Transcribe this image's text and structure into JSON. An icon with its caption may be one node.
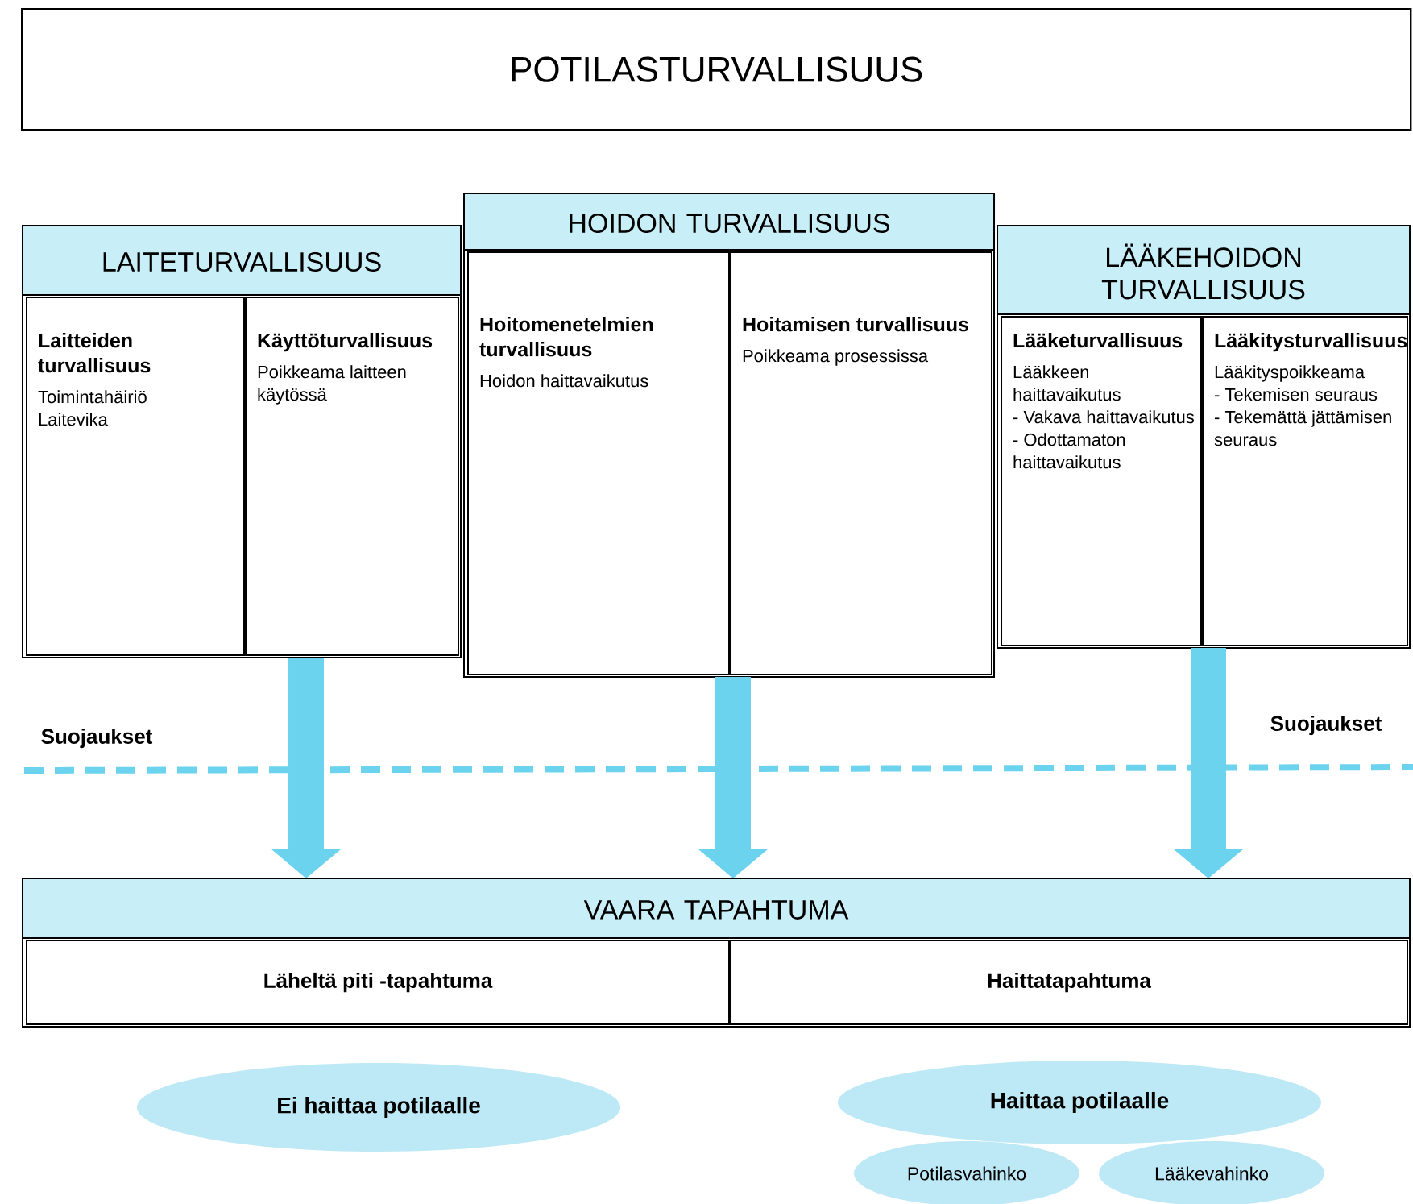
{
  "diagram": {
    "nodes": [
      {
        "text": [
          "POTILASTURVALLISUUS"
        ]
      },
      {
        "text": [
          "LAITETURVALLISUUS"
        ]
      },
      {
        "text": [
          "Laitteiden turvallisuus",
          "Toimintahäiriö",
          "Laitevika"
        ],
        "in": 1
      },
      {
        "text": [
          "Käyttöturvallisuus",
          "Poikkeama laitteen käytössä"
        ],
        "in": 1
      },
      {
        "text": [
          "HOIDON TURVALLISUUS"
        ]
      },
      {
        "text": [
          "Hoitomenetelmien turvallisuus",
          "Hoidon haittavaikutus"
        ],
        "in": 4
      },
      {
        "text": [
          "Hoitamisen turvallisuus",
          "Poikkeama prosessissa"
        ],
        "in": 4
      },
      {
        "text": [
          "LÄÄKEHOIDON TURVALLISUUS"
        ]
      },
      {
        "text": [
          "Lääketurvallisuus",
          "Lääkkeen haittavaikutus",
          "- Vakava haittavaikutus",
          "- Odottamaton haittavaikutus"
        ],
        "in": 7
      },
      {
        "text": [
          "Lääkitysturvallisuus",
          "Lääkityspoikkeama",
          "- Tekemisen seuraus",
          "- Tekemättä jättämisen seuraus"
        ],
        "in": 7
      },
      {
        "text": [
          "VAARA TAPAHTUMA"
        ]
      },
      {
        "text": [
          "Läheltä piti -tapahtuma"
        ],
        "in": 10
      },
      {
        "text": [
          "Haittatapahtuma"
        ],
        "in": 10
      },
      {
        "text": [
          "Ei haittaa potilaalle"
        ]
      },
      {
        "text": [
          "Haittaa potilaalle"
        ]
      },
      {
        "text": [
          "Potilasvahinko"
        ]
      },
      {
        "text": [
          "Lääkevahinko"
        ]
      }
    ],
    "edges": [
      {
        "from": 1,
        "to": 10,
        "arrow": "to"
      },
      {
        "from": 4,
        "to": 10,
        "arrow": "to"
      },
      {
        "from": 7,
        "to": 10,
        "arrow": "to"
      }
    ],
    "labels": [
      "Suojaukset",
      "Suojaukset"
    ]
  }
}
